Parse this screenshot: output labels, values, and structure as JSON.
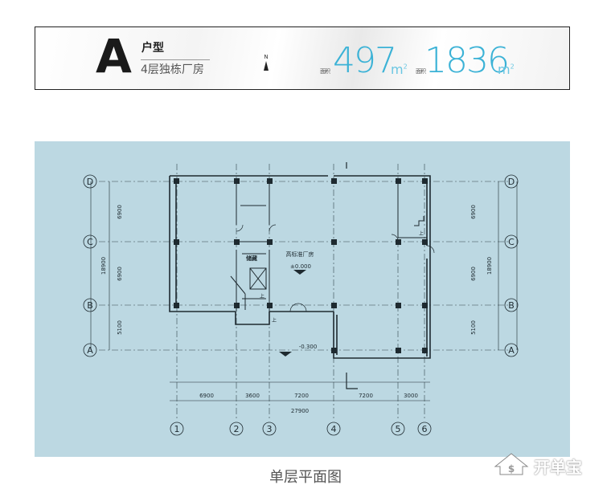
{
  "header": {
    "type_letter": "A",
    "type_label": "户型",
    "type_desc": "4层独栋厂房",
    "north_label": "N",
    "stat1_icon_label": "面积",
    "stat1_value": "497",
    "stat1_unit": "m",
    "stat2_icon_label": "面积",
    "stat2_value": "1836",
    "stat2_unit": "m",
    "unit_sup": "2"
  },
  "plan": {
    "col_labels": [
      "1",
      "2",
      "3",
      "4",
      "5",
      "6"
    ],
    "row_labels": [
      "D",
      "C",
      "B",
      "A"
    ],
    "col_dims": [
      "6900",
      "3600",
      "7200",
      "7200",
      "3000"
    ],
    "total_width": "27900",
    "row_dims": [
      "6900",
      "6900",
      "5100"
    ],
    "total_height": "18900",
    "room_name": "高标准厂房",
    "floor_level": "±0.000",
    "outdoor_level": "-0.300",
    "storage_label": "储藏",
    "up_label": "上",
    "up_label2": "上",
    "down_label": "上"
  },
  "caption": "单层平面图",
  "watermark": {
    "text": "开单宝"
  },
  "colors": {
    "accent": "#3bb2d6",
    "plan_bg": "#bcd8e2"
  }
}
